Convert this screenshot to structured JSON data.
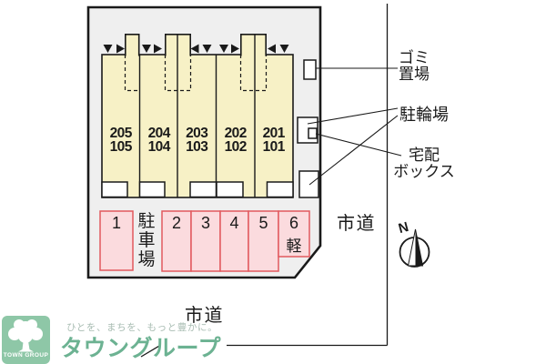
{
  "plan": {
    "building": {
      "units": [
        {
          "upper": "205",
          "lower": "105"
        },
        {
          "upper": "204",
          "lower": "104"
        },
        {
          "upper": "203",
          "lower": "103"
        },
        {
          "upper": "202",
          "lower": "102"
        },
        {
          "upper": "201",
          "lower": "101"
        }
      ]
    },
    "parking": {
      "area_label": "駐\n車\n場",
      "space_numbers": [
        "1",
        "2",
        "3",
        "4",
        "5",
        "6"
      ],
      "space6_note": "軽"
    },
    "labels": {
      "garbage": "ゴミ\n置場",
      "bicycle": "駐輪場",
      "delivery": "宅配\nボックス",
      "road_east": "市道",
      "road_south": "市道",
      "north": "N"
    }
  },
  "footer": {
    "logo_text": "TOWN GROUP",
    "tagline": "ひとを、まちを、もっと豊かに。",
    "brand": "タウングループ"
  },
  "colors": {
    "building_fill": "#F7F1C6",
    "site_fill": "#EFEFEF",
    "parking_fill": "#FBDBDE",
    "parking_border": "#E2595E",
    "line": "#1A1A1A",
    "brand_green": "#6CB292",
    "logo_bg": "#8EC7A7",
    "tagline_gray": "#A9BDB3"
  }
}
